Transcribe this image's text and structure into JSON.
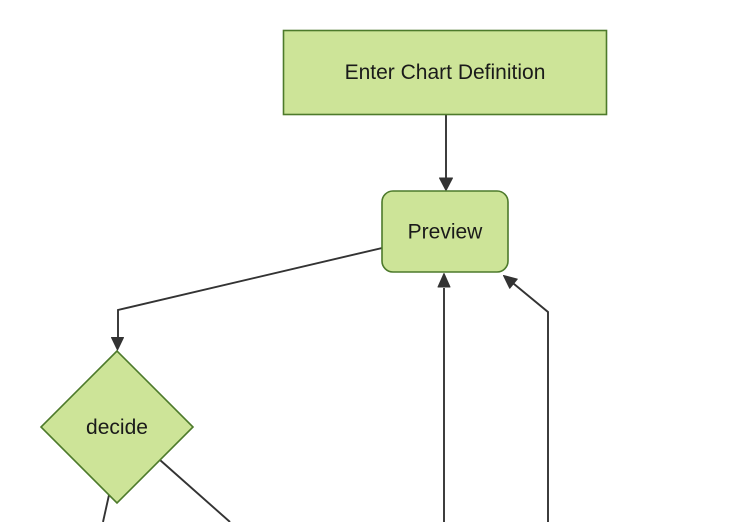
{
  "diagram": {
    "type": "flowchart",
    "direction": "top-down",
    "nodes": [
      {
        "id": "enter-chart-definition",
        "shape": "rectangle",
        "label": "Enter Chart Definition"
      },
      {
        "id": "preview",
        "shape": "rounded-rectangle",
        "label": "Preview"
      },
      {
        "id": "decide",
        "shape": "diamond",
        "label": "decide"
      }
    ],
    "edges": [
      {
        "from": "enter-chart-definition",
        "to": "preview",
        "arrow": true
      },
      {
        "from": "preview",
        "to": "decide",
        "arrow": true
      },
      {
        "from": "offscreen-bottom-1",
        "to": "preview",
        "arrow": true
      },
      {
        "from": "offscreen-bottom-2",
        "to": "preview",
        "arrow": true
      },
      {
        "from": "decide",
        "to": "offscreen-bottom-left",
        "arrow": false
      },
      {
        "from": "decide",
        "to": "offscreen-bottom-right",
        "arrow": false
      }
    ],
    "colors": {
      "background": "#ffffff",
      "node_fill": "#cde498",
      "node_border": "#4d7a2b",
      "edge_stroke": "#333333",
      "label_text": "#1a1a1a"
    }
  }
}
